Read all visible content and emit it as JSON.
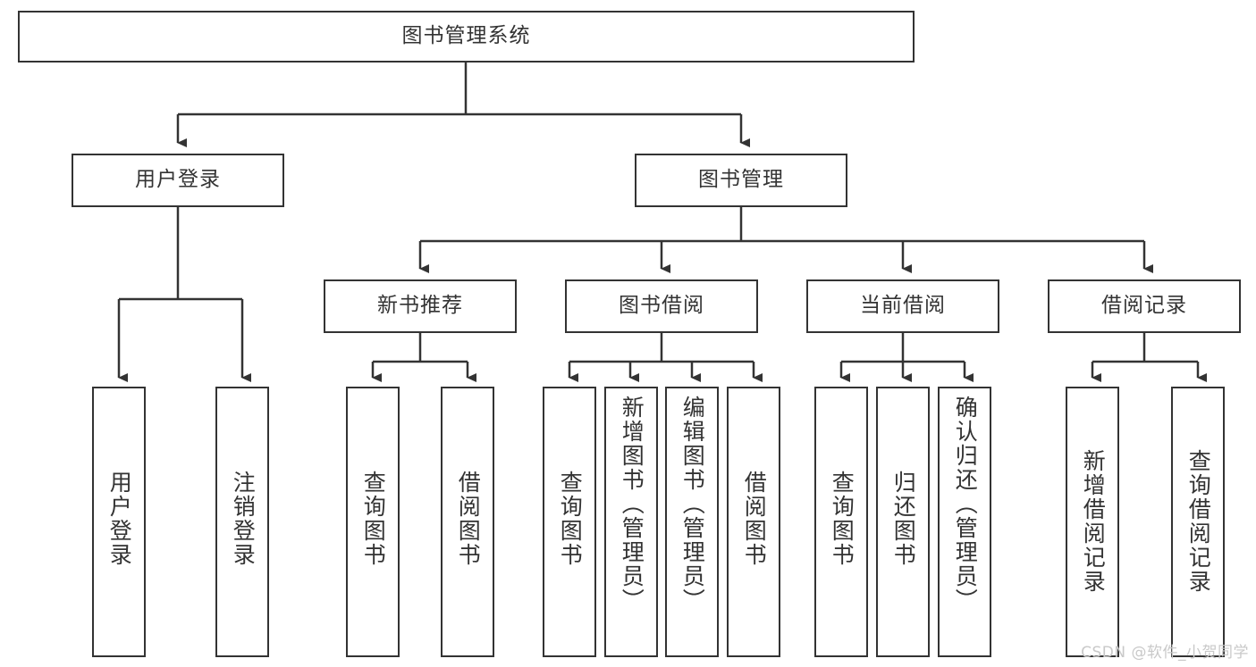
{
  "diagram": {
    "type": "tree",
    "title": "图书管理系统",
    "watermark": "CSDN @软件_小贺同学",
    "colors": {
      "stroke": "#333333",
      "fill": "#ffffff",
      "text": "#333333",
      "watermark": "#c9c9c9"
    },
    "nodes": {
      "root": {
        "label": "图书管理系统"
      },
      "level2": [
        {
          "label": "用户登录"
        },
        {
          "label": "图书管理"
        }
      ],
      "level3": [
        {
          "label": "新书推荐"
        },
        {
          "label": "图书借阅"
        },
        {
          "label": "当前借阅"
        },
        {
          "label": "借阅记录"
        }
      ],
      "leaves": {
        "user_login": [
          {
            "label": "用户登录"
          },
          {
            "label": "注销登录"
          }
        ],
        "new_book": [
          {
            "label": "查询图书"
          },
          {
            "label": "借阅图书"
          }
        ],
        "book_borrow": [
          {
            "label": "查询图书"
          },
          {
            "label": "新增图书（管理员）"
          },
          {
            "label": "编辑图书（管理员）"
          },
          {
            "label": "借阅图书"
          }
        ],
        "current_borrow": [
          {
            "label": "查询图书"
          },
          {
            "label": "归还图书"
          },
          {
            "label": "确认归还（管理员）"
          }
        ],
        "borrow_record": [
          {
            "label": "新增借阅记录"
          },
          {
            "label": "查询借阅记录"
          }
        ]
      }
    }
  }
}
